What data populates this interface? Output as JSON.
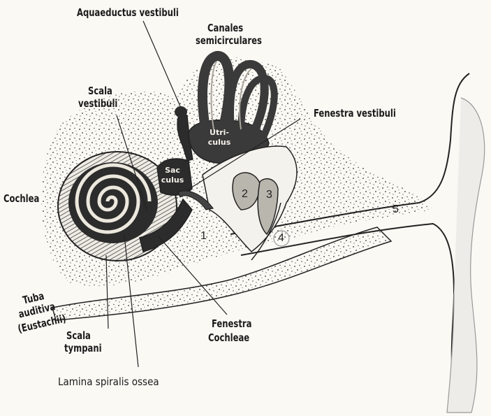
{
  "labels": {
    "aquaeductus": "Aquaeductus vestibuli",
    "canales_1": "Canales",
    "canales_2": "semicirculares",
    "scala_vest_1": "Scala",
    "scala_vest_2": "vestibuli",
    "fenestra_vest": "Fenestra vestibuli",
    "cochlea": "Cochlea",
    "utriculus_1": "Utri-",
    "utriculus_2": "culus",
    "sacculus_1": "Sac",
    "sacculus_2": "culus",
    "tuba_1": "Tuba",
    "tuba_2": "auditiva",
    "tuba_3": "(Eustachii)",
    "scala_tymp_1": "Scala",
    "scala_tymp_2": "tympani",
    "fenestra_coch_1": "Fenestra",
    "fenestra_coch_2": "Cochleae",
    "lamina": "Lamina spiralis ossea"
  },
  "numbers": {
    "n1": "1",
    "n2": "2",
    "n3": "3",
    "n4": "4",
    "n5": "5"
  }
}
